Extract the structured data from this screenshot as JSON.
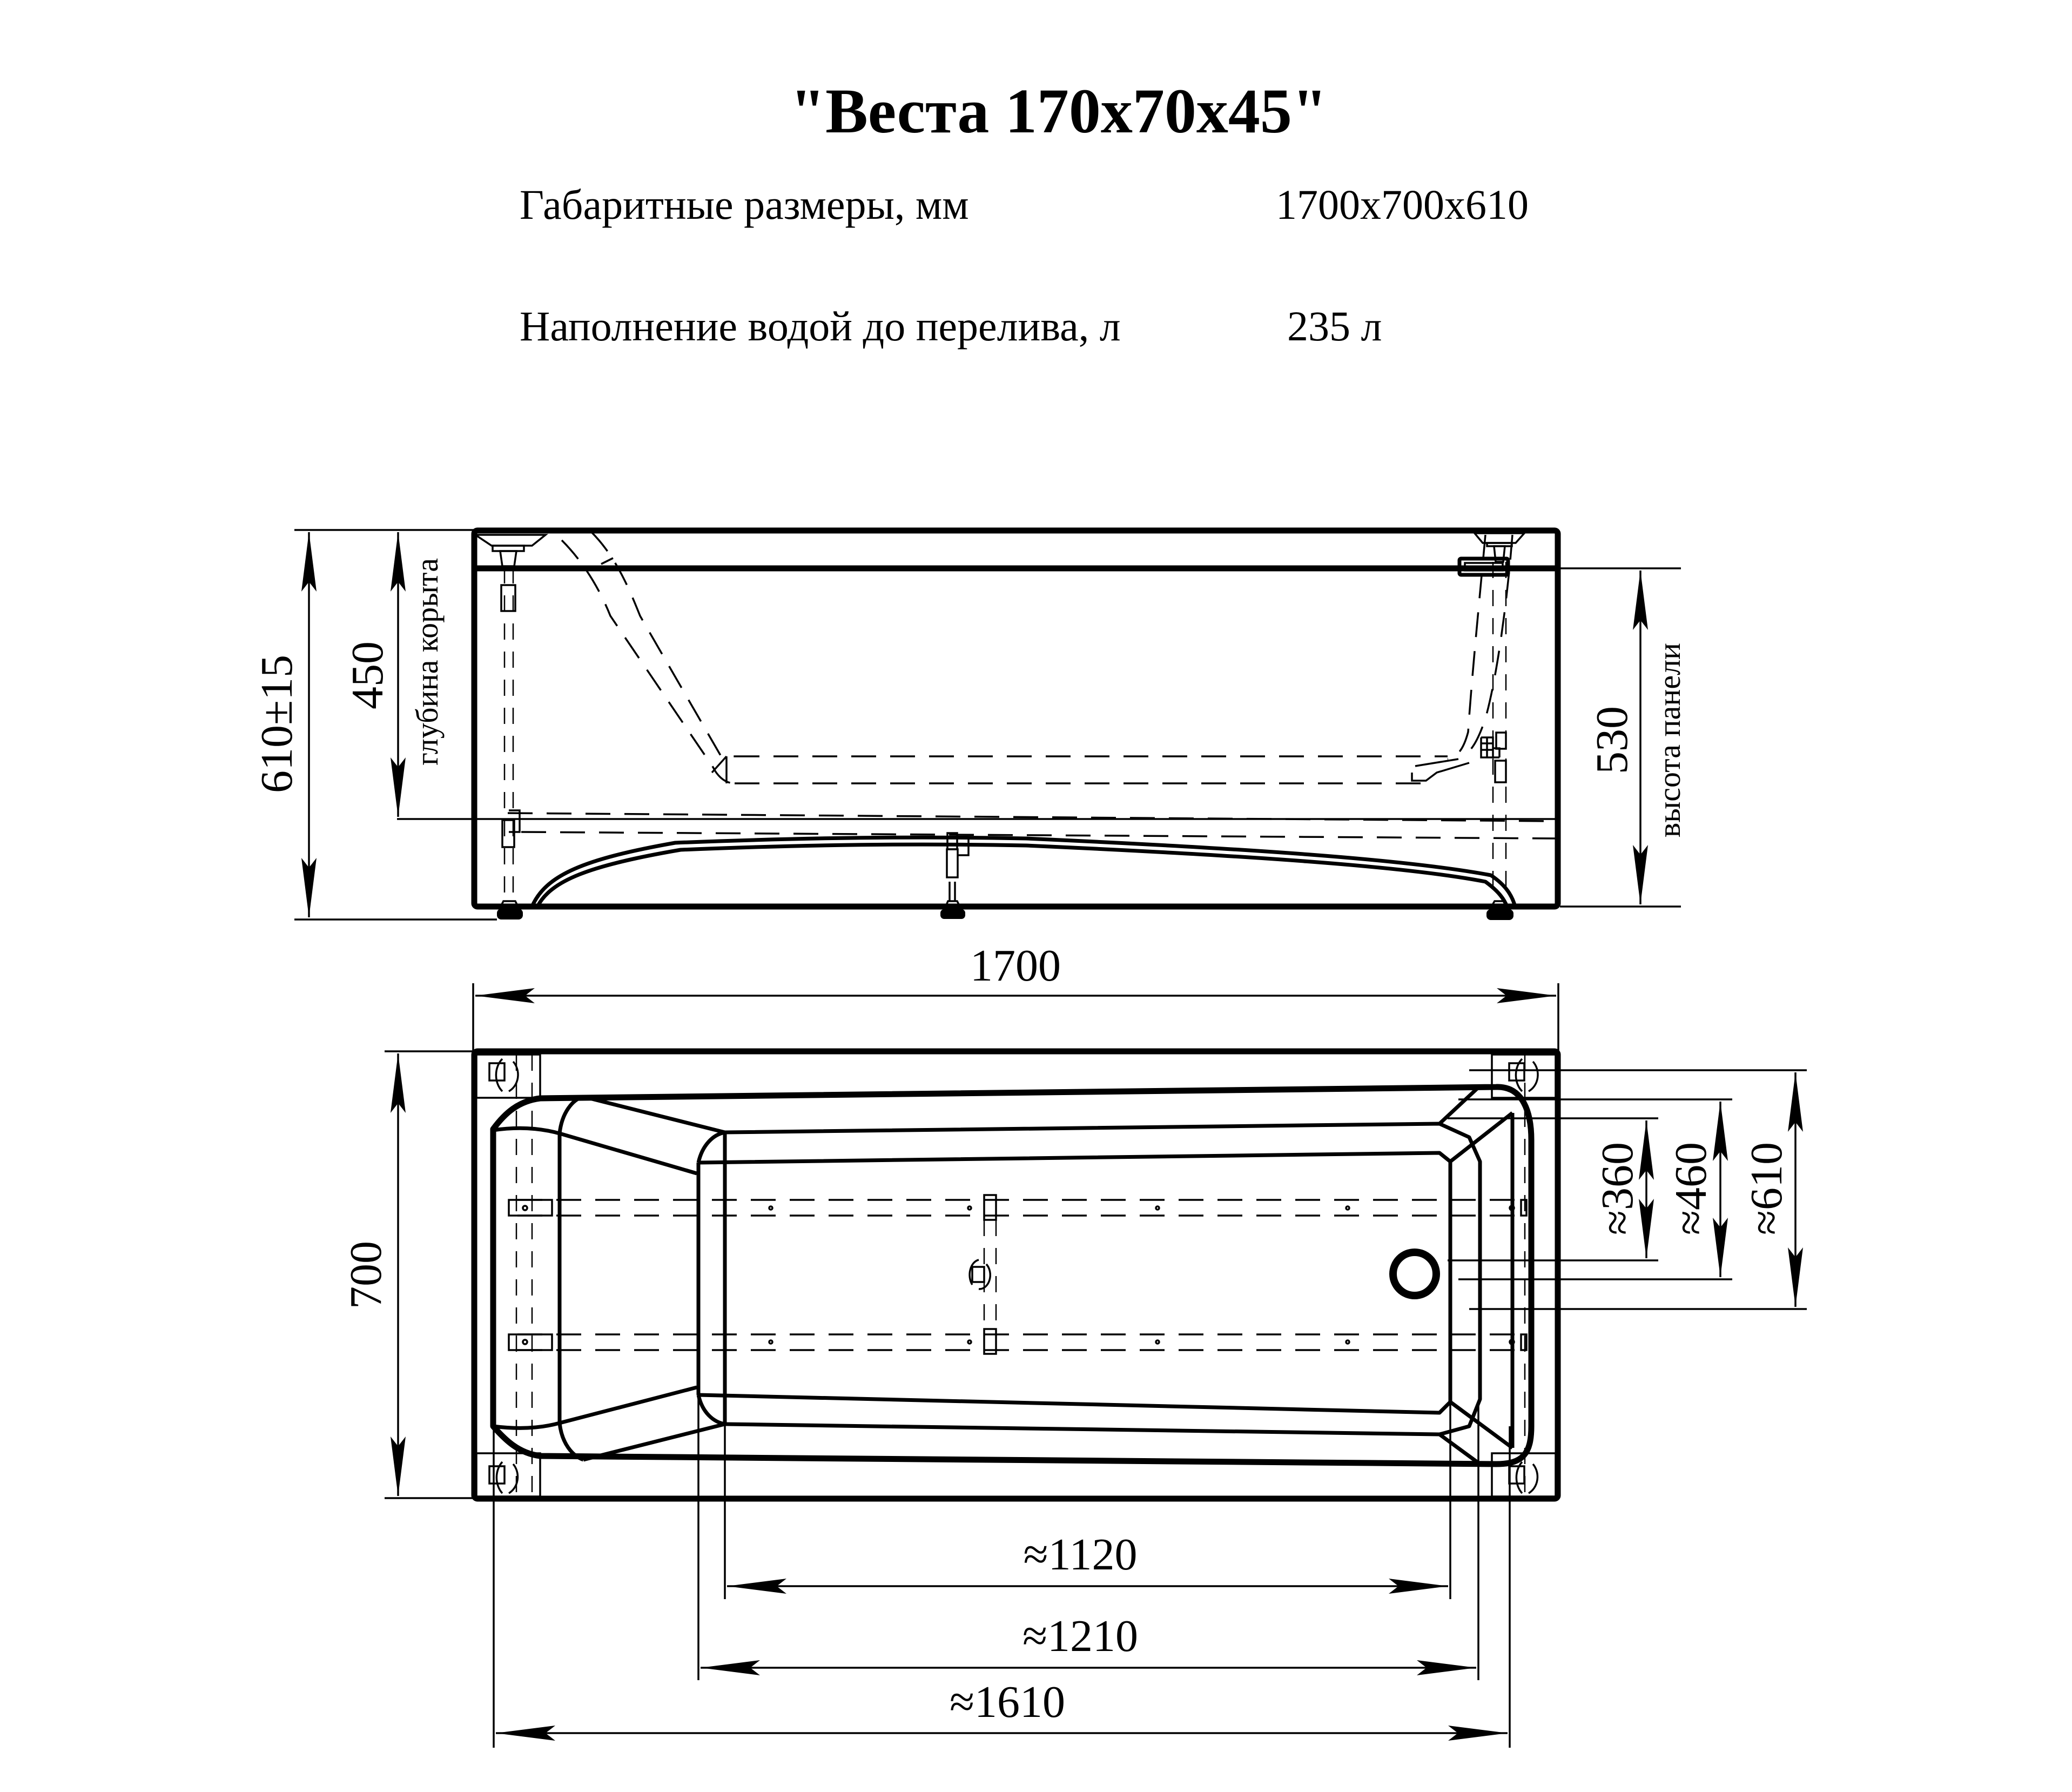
{
  "title": "\"Веста 170x70x45\"",
  "specs": [
    {
      "label": "Габаритные размеры, мм",
      "value": "1700x700x610"
    },
    {
      "label": "Наполнение водой до перелива, л",
      "value": "235 л"
    }
  ],
  "side_view": {
    "dims": {
      "total_height": "610±15",
      "tub_depth": "450",
      "tub_depth_label": "глубина корыта",
      "panel_height": "530",
      "panel_height_label": "высота панели",
      "length": "1700"
    }
  },
  "top_view": {
    "dims": {
      "width": "700",
      "bottom_width": "≈360",
      "mid_width": "≈460",
      "rim_width": "≈610",
      "bottom_length": "≈1120",
      "basin_length": "≈1210",
      "inner_length": "≈1610"
    }
  },
  "colors": {
    "line": "#000000",
    "background": "#ffffff"
  }
}
